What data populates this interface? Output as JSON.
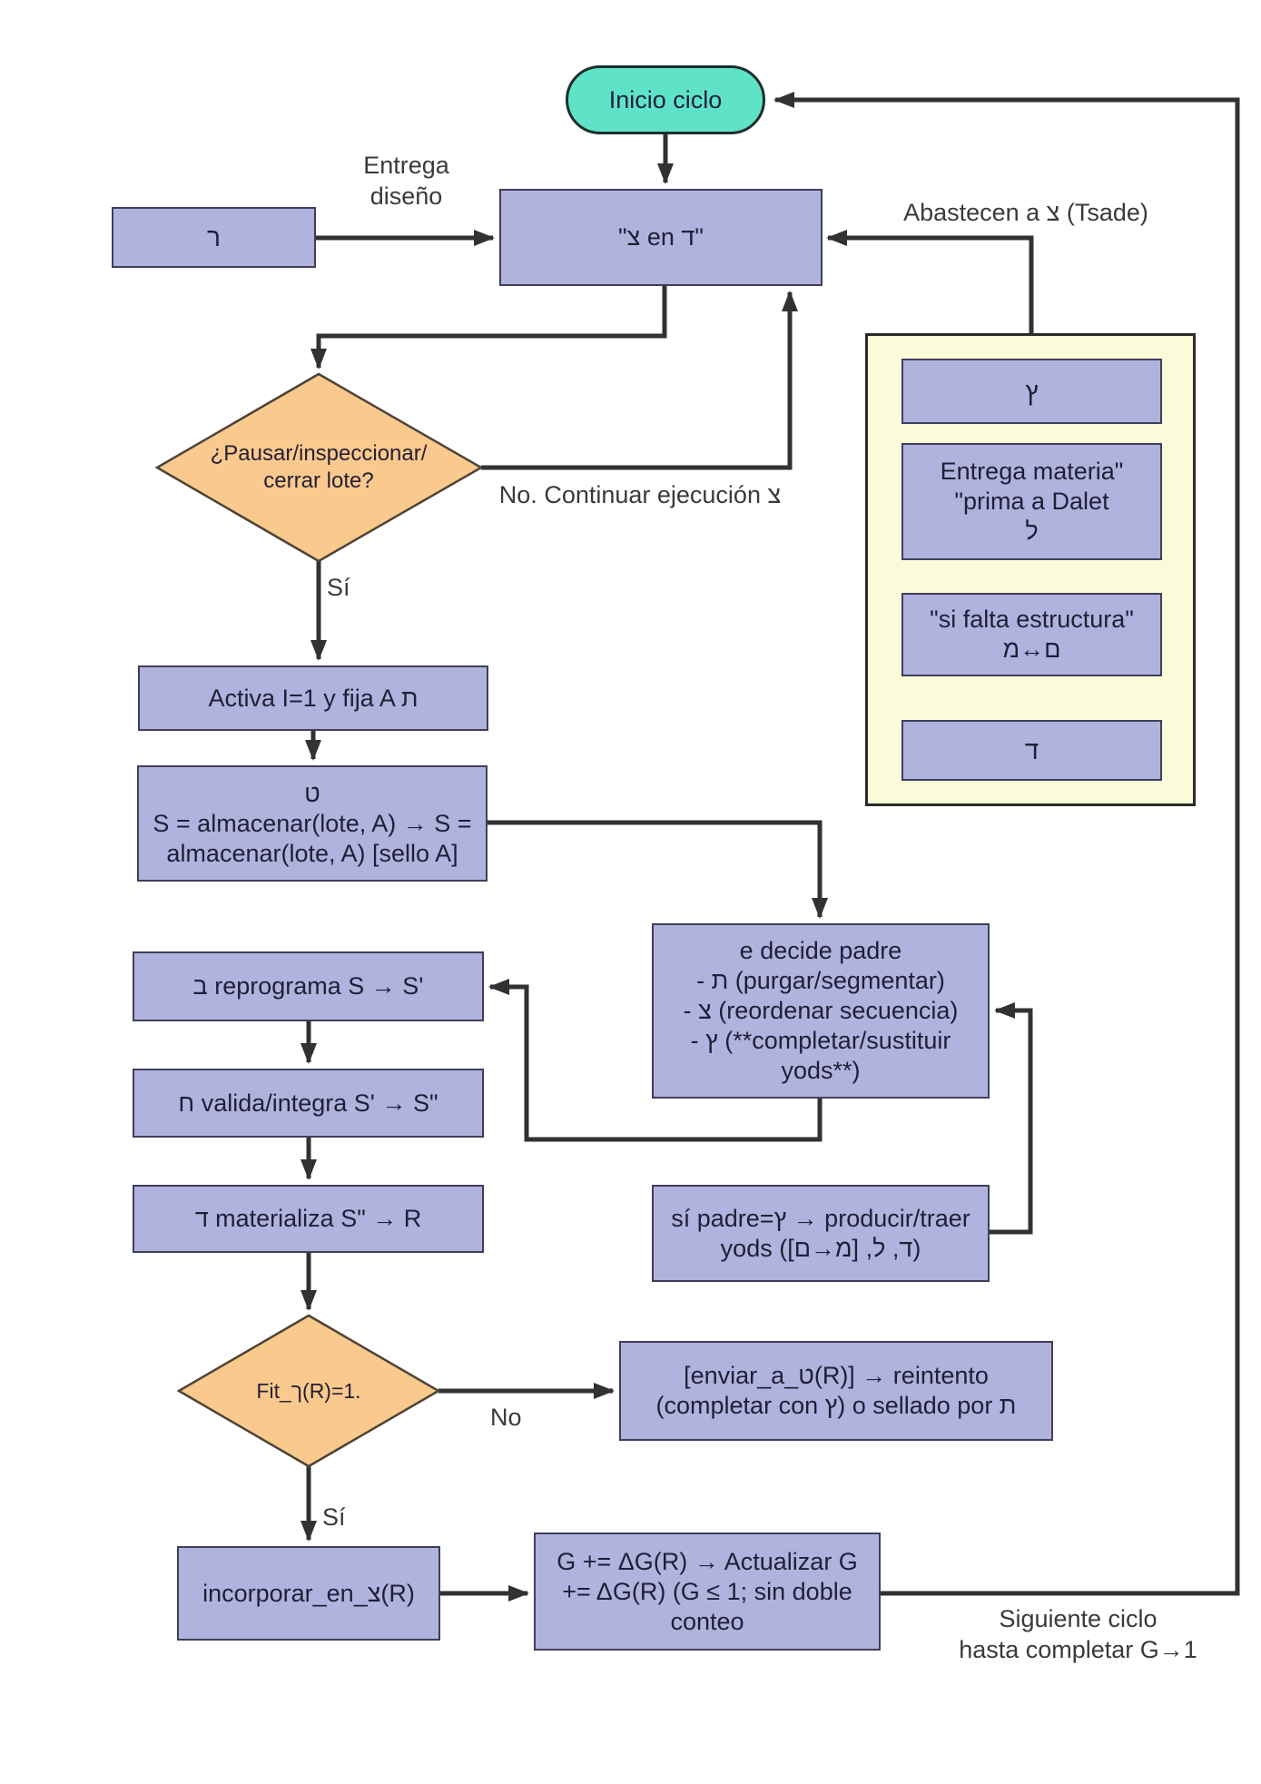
{
  "diagram": {
    "start": {
      "label": "Inicio ciclo"
    },
    "nodes": {
      "resh": {
        "label": "ר"
      },
      "main": {
        "label": "\"צ en ד\""
      },
      "decision1": {
        "lines": [
          "¿Pausar/inspeccionar/",
          "cerrar lote?"
        ]
      },
      "activa": {
        "label": "Activa I=1 y fija A ת"
      },
      "almacenar": {
        "lines": [
          "ט",
          "S = almacenar(lote, A) → S =",
          "almacenar(lote, A) [sello A]"
        ]
      },
      "decide": {
        "lines": [
          "e decide padre",
          "- ת (purgar/segmentar)",
          "- צ (reordenar secuencia)",
          "- ץ (**completar/sustituir",
          "yods**)"
        ]
      },
      "reprograma": {
        "label": "ב reprograma S → S'"
      },
      "valida": {
        "label": "ח valida/integra S' → S\""
      },
      "materializa": {
        "label": "ד materializa S\" → R"
      },
      "si_padre": {
        "lines": [
          "sí padre=ץ → producir/traer",
          "yods ([ם→מ] ,ל ,ד)"
        ]
      },
      "decision2": {
        "label": "Fit_ך(R)=1."
      },
      "enviar": {
        "lines": [
          "[enviar_a_ט(R)] → reintento",
          "(completar con ץ) o sellado por ת"
        ]
      },
      "incorporar": {
        "label": "incorporar_en_צ(R)"
      },
      "actualizar": {
        "lines": [
          "G += ΔG(R) → Actualizar G",
          "+= ΔG(R) (G ≤ 1; sin doble",
          "conteo"
        ]
      },
      "supplier_tsade_final": {
        "label": "ץ"
      },
      "supplier_lamed": {
        "lines": [
          "Entrega materia\"",
          "\"prima a Dalet",
          "ל"
        ]
      },
      "supplier_mem": {
        "lines": [
          "\"si falta estructura\"",
          "מ↔ם"
        ]
      },
      "supplier_dalet": {
        "label": "ד"
      }
    },
    "edge_labels": {
      "entrega_diseno": {
        "lines": [
          "Entrega",
          "diseño"
        ]
      },
      "abastecen": "Abastecen a צ (Tsade)",
      "no_continuar": "No. Continuar ejecución צ",
      "si_1": "Sí",
      "no_2": "No",
      "si_2": "Sí",
      "siguiente_ciclo": {
        "lines": [
          "Siguiente ciclo",
          "hasta completar G→1"
        ]
      }
    },
    "colors": {
      "node_fill": "#b0b3dd",
      "node_border": "#3f3f5a",
      "decision_fill": "#f9c98e",
      "decision_border": "#4d4436",
      "start_fill": "#5fe3c8",
      "container_fill": "#fbfbd9",
      "edge": "#323232",
      "node_text": "#1f1f38",
      "label_text": "#3a3a3a"
    }
  }
}
